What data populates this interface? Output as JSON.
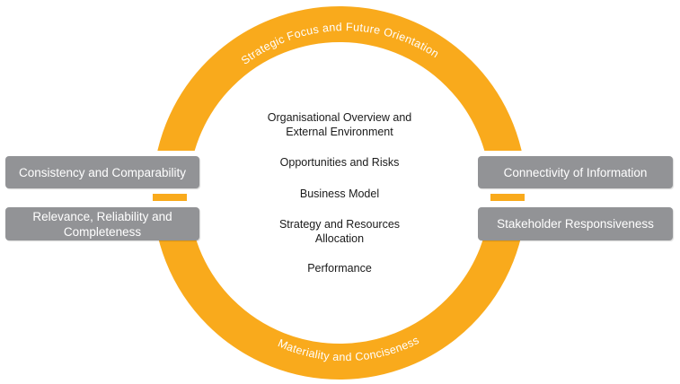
{
  "colors": {
    "ring": "#F9AA1C",
    "box": "#929396",
    "box_text": "#ffffff",
    "center_text": "#1a1a1a"
  },
  "ring": {
    "top_label": "Strategic Focus and Future Orientation",
    "bottom_label": "Materiality and Conciseness"
  },
  "left_boxes": [
    {
      "label": "Consistency and Comparability"
    },
    {
      "label": "Relevance, Reliability and Completeness"
    }
  ],
  "right_boxes": [
    {
      "label": "Connectivity of Information"
    },
    {
      "label": "Stakeholder Responsiveness"
    }
  ],
  "center_items": [
    {
      "label": "Organisational Overview and External Environment"
    },
    {
      "label": "Opportunities and Risks"
    },
    {
      "label": "Business Model"
    },
    {
      "label": "Strategy and Resources Allocation"
    },
    {
      "label": "Performance"
    }
  ]
}
